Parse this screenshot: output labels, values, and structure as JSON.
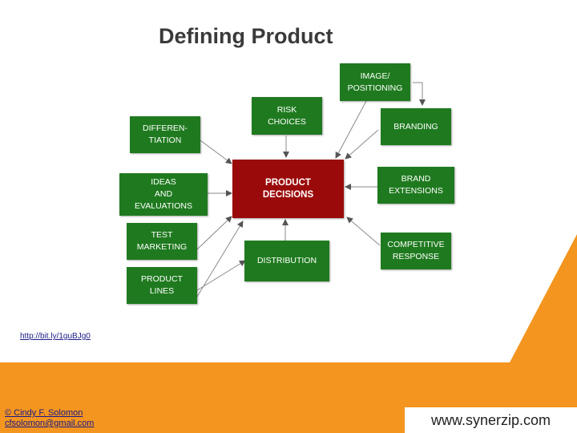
{
  "slide": {
    "title": "Defining Product",
    "source_link": "http://bit.ly/1guBJg0",
    "credit": {
      "name": "© Cindy F. Solomon",
      "email": "cfsolomon@gmail.com"
    },
    "website": "www.synerzip.com"
  },
  "diagram": {
    "center": "PRODUCT\nDECISIONS",
    "boxes": [
      "IMAGE/\nPOSITIONING",
      "RISK\nCHOICES",
      "DIFFEREN-\nTIATION",
      "BRANDING",
      "IDEAS\nAND\nEVALUATIONS",
      "BRAND\nEXTENSIONS",
      "TEST\nMARKETING",
      "DISTRIBUTION",
      "COMPETITIVE\nRESPONSE",
      "PRODUCT\nLINES"
    ]
  },
  "colors": {
    "box_green": "#1f7a1f",
    "center_red": "#9b0a0a",
    "footer_orange": "#f3951f"
  }
}
